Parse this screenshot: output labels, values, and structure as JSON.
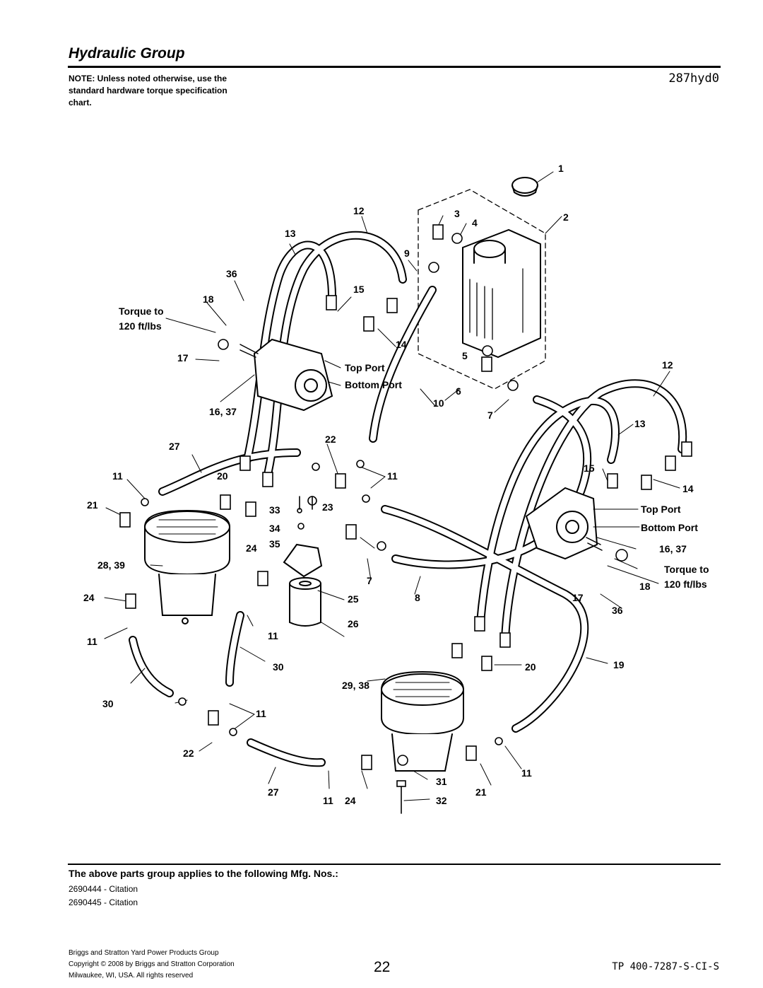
{
  "page": {
    "title": "Hydraulic Group",
    "note": "NOTE: Unless noted otherwise, use the standard hardware torque specification chart.",
    "diagram_code": "287hyd0",
    "applies_heading": "The above parts group applies to the following Mfg. Nos.:",
    "mfg_numbers": [
      "2690444 - Citation",
      "2690445 - Citation"
    ],
    "footer_lines": [
      "Briggs and Stratton Yard Power Products Group",
      "Copyright ©  2008 by Briggs and Stratton Corporation",
      "Milwaukee, WI, USA. All rights reserved"
    ],
    "page_number": "22",
    "doc_number": "TP 400-7287-S-CI-S"
  },
  "diagram": {
    "callouts": {
      "c1": "1",
      "c2": "2",
      "c3": "3",
      "c4": "4",
      "c5": "5",
      "c6": "6",
      "c7a": "7",
      "c7b": "7",
      "c8": "8",
      "c9": "9",
      "c10": "10",
      "c11a": "11",
      "c11b": "11",
      "c11c": "11",
      "c11d": "11",
      "c11e": "11",
      "c11f": "11",
      "c11g": "11",
      "c12a": "12",
      "c12b": "12",
      "c13a": "13",
      "c13b": "13",
      "c14a": "14",
      "c14b": "14",
      "c15a": "15",
      "c15b": "15",
      "c1637a": "16, 37",
      "c1637b": "16, 37",
      "c17a": "17",
      "c17b": "17",
      "c18a": "18",
      "c18b": "18",
      "c19": "19",
      "c20a": "20",
      "c20b": "20",
      "c21a": "21",
      "c21b": "21",
      "c22a": "22",
      "c22b": "22",
      "c23": "23",
      "c24a": "24",
      "c24b": "24",
      "c24c": "24",
      "c25": "25",
      "c26": "26",
      "c27a": "27",
      "c27b": "27",
      "c2839": "28, 39",
      "c2938": "29, 38",
      "c30a": "30",
      "c30b": "30",
      "c31": "31",
      "c32": "32",
      "c33": "33",
      "c34": "34",
      "c35": "35",
      "c36a": "36",
      "c36b": "36"
    },
    "labels": {
      "torque_left_1": "Torque to",
      "torque_left_2": "120 ft/lbs",
      "torque_right_1": "Torque to",
      "torque_right_2": "120 ft/lbs",
      "top_port_left": "Top Port",
      "bottom_port_left": "Bottom Port",
      "top_port_right": "Top Port",
      "bottom_port_right": "Bottom Port"
    }
  }
}
